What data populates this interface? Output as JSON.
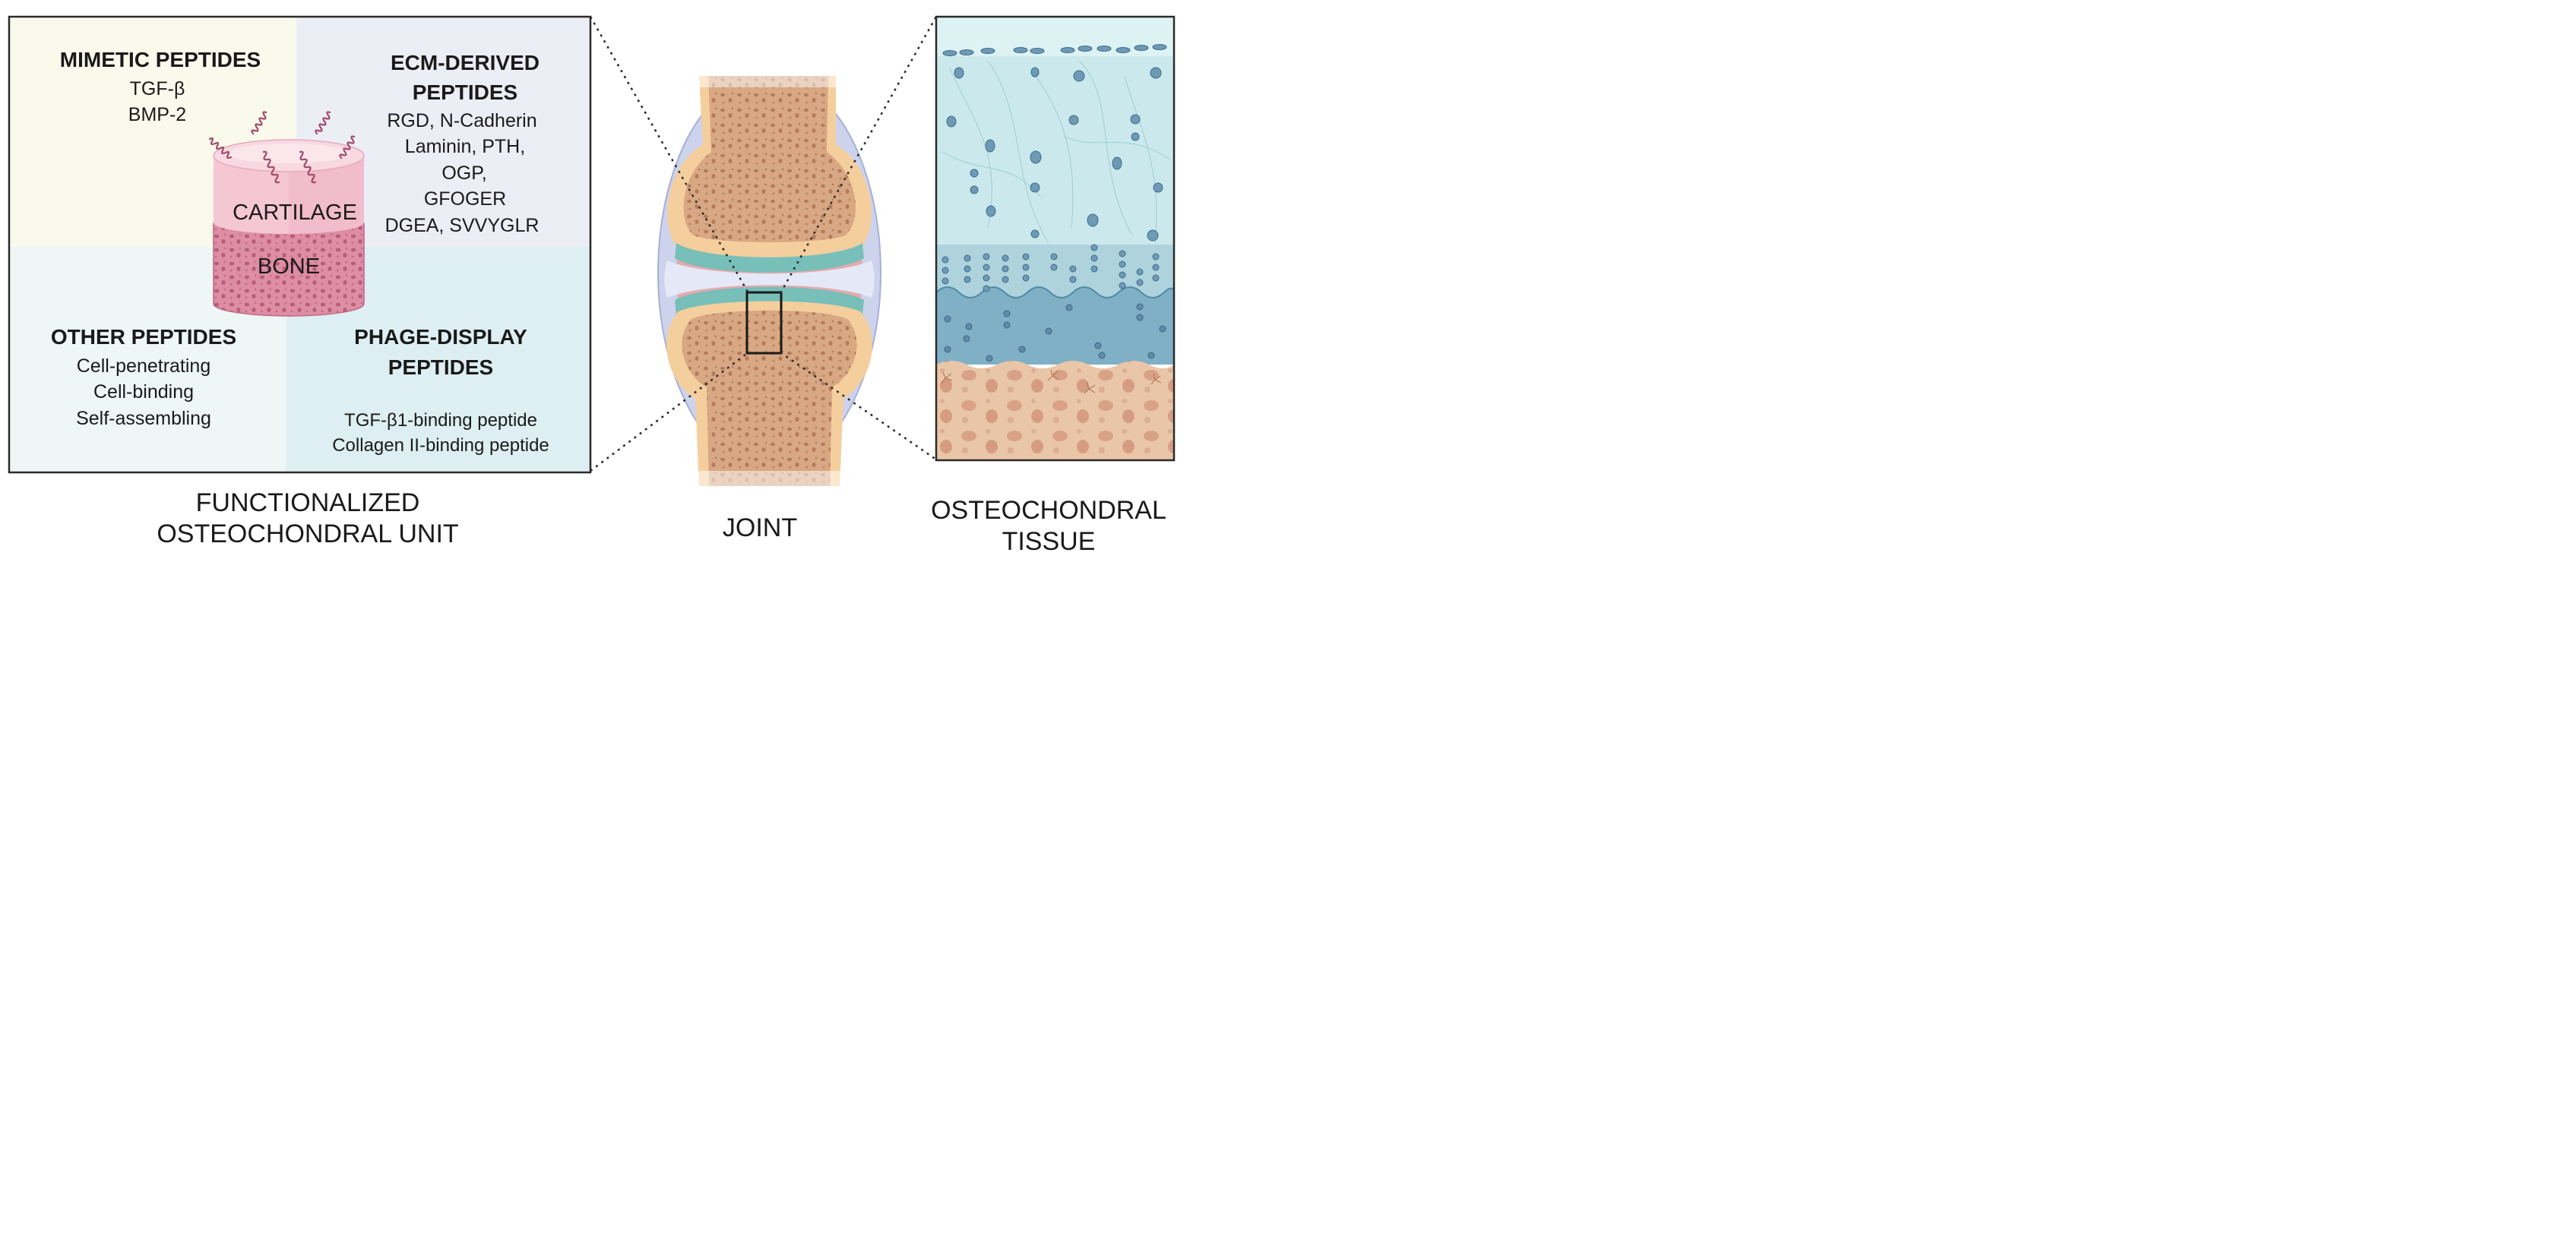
{
  "panel": {
    "mimetic": {
      "title": "MIMETIC PEPTIDES",
      "items": [
        "TGF-β",
        "BMP-2"
      ]
    },
    "ecm": {
      "title_lines": [
        "ECM-DERIVED",
        "PEPTIDES"
      ],
      "items": [
        "RGD,  N-Cadherin",
        "Laminin,  PTH,",
        "OGP,",
        "GFOGER",
        "DGEA, SVVYGLR"
      ]
    },
    "other": {
      "title": "OTHER PEPTIDES",
      "items": [
        "Cell-penetrating",
        "Cell-binding",
        "Self-assembling"
      ]
    },
    "phage": {
      "title_lines": [
        "PHAGE-DISPLAY",
        "PEPTIDES"
      ],
      "items": [
        "TGF-β1-binding peptide",
        "Collagen II-binding peptide"
      ]
    },
    "cylinder": {
      "top_label": "CARTILAGE",
      "bottom_label": "BONE"
    }
  },
  "captions": {
    "unit": [
      "FUNCTIONALIZED",
      "OSTEOCHONDRAL UNIT"
    ],
    "joint": "JOINT",
    "tissue": [
      "OSTEOCHONDRAL",
      "TISSUE"
    ]
  },
  "colors": {
    "mimetic_bg": "#fafaec",
    "ecm_bg": "#eceef6",
    "other_bg": "#eef6f6",
    "phage_bg": "#ddeff3",
    "cartilage": "#f3c6d1",
    "bone": "#dd8ea4",
    "joint_bone": "#d9a988",
    "joint_outer": "#f4cf9d",
    "joint_capsule": "#c9d0ea",
    "tissue_top": "#cbe9ec",
    "tissue_calcified": "#7fb0c6",
    "tissue_bone": "#e9bfa0"
  },
  "icons": [
    "peptide-chain-icon",
    "cylinder-scaffold-icon",
    "joint-icon",
    "tissue-section-icon"
  ]
}
